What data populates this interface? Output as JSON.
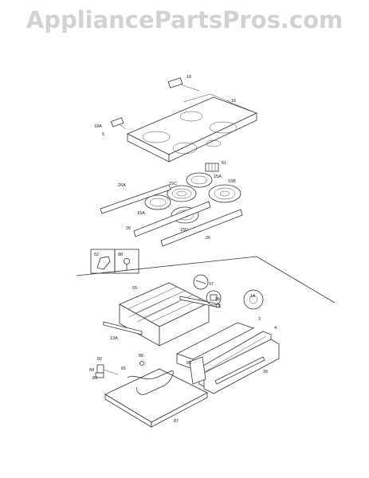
{
  "watermark": "AppliancePartsPros.com",
  "labels": {
    "l18": "18",
    "l16": "16",
    "l18A": "18A",
    "l5": "5",
    "l51": "51",
    "l15A_top": "15A",
    "l15C": "15C",
    "l16B": "16B",
    "l26A": "26A",
    "l15A_left": "15A",
    "l15D": "15D",
    "l26_left": "26",
    "l26_right": "26",
    "l52": "52",
    "l88": "88",
    "l55": "55",
    "l97": "97",
    "l13": "13",
    "l96": "96",
    "l14": "14",
    "l13A": "13A",
    "l2": "2",
    "l4": "4",
    "l60": "60",
    "l39": "39",
    "l82": "82",
    "l84": "84",
    "l83": "83",
    "l81": "81",
    "l86": "86",
    "l87": "87"
  }
}
